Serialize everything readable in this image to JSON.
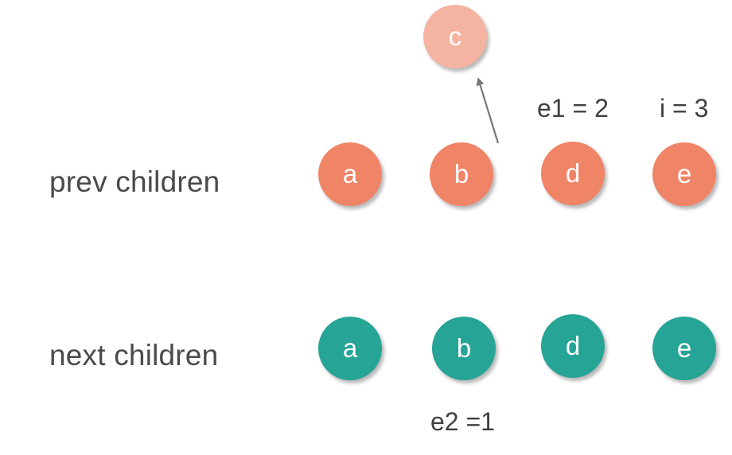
{
  "colors": {
    "prev_node": "#f08466",
    "next_node": "#26a496",
    "removed_node": "#f5b3a1",
    "arrow": "#777777",
    "text": "#4a4a4a"
  },
  "removed": {
    "label": "c"
  },
  "prev": {
    "label": "prev children",
    "nodes": [
      "a",
      "b",
      "d",
      "e"
    ]
  },
  "next": {
    "label": "next children",
    "nodes": [
      "a",
      "b",
      "d",
      "e"
    ]
  },
  "annotations": {
    "e1": "e1 = 2",
    "i": "i = 3",
    "e2": "e2 =1"
  }
}
